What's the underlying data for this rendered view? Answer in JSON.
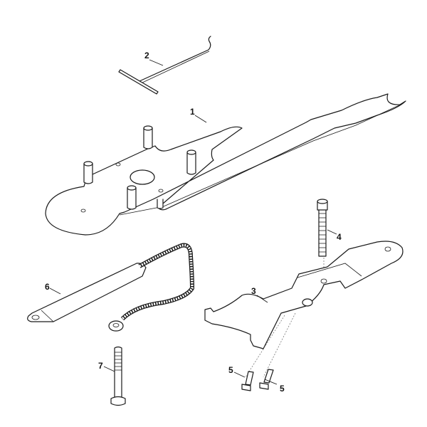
{
  "diagram": {
    "type": "exploded-parts-view",
    "background": "#ffffff",
    "line_color": "#1a1a1a"
  },
  "parts": [
    {
      "number": "1",
      "description": "long flat service wrench plate with round end, open-end jaw and 4 pins"
    },
    {
      "number": "2",
      "description": "T-handle hook tool"
    },
    {
      "number": "3",
      "description": "formed bracket with forked end"
    },
    {
      "number": "4",
      "description": "long hex bolt"
    },
    {
      "number": "5",
      "description": "hex bolt (short)"
    },
    {
      "number": "5",
      "description": "hex bolt (short)"
    },
    {
      "number": "6",
      "description": "grounding strap with braided cable and ring terminal"
    },
    {
      "number": "7",
      "description": "hex bolt"
    }
  ],
  "callouts": {
    "c1": "1",
    "c2": "2",
    "c3": "3",
    "c4": "4",
    "c5a": "5",
    "c5b": "5",
    "c6": "6",
    "c7": "7"
  }
}
